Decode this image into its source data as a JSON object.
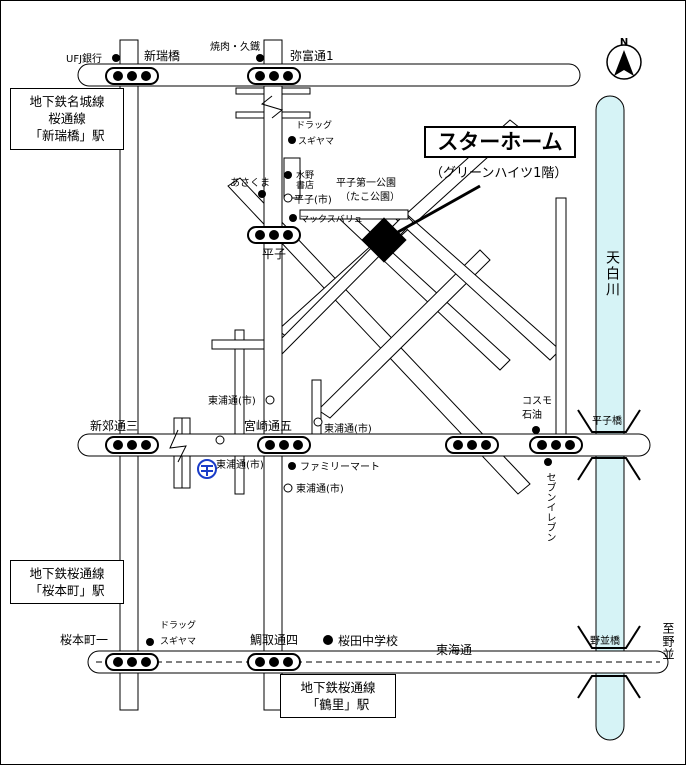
{
  "compass_label": "N",
  "destination": {
    "name": "スターホーム",
    "sub": "（グリーンハイツ1階）"
  },
  "stations": {
    "shinmizuhashi": [
      "地下鉄名城線",
      "桜通線",
      "「新瑞橋」駅"
    ],
    "sakurahoncho": [
      "地下鉄桜通線",
      "「桜本町」駅"
    ],
    "tsurusato": [
      "地下鉄桜通線",
      "「鶴里」駅"
    ]
  },
  "intersections": {
    "shinmizuhashi": "新瑞橋",
    "yatomidori1": "弥富通1",
    "hirabari": "平子",
    "shingodori3": "新郊通三",
    "miyazakidori5": "宮崎通五",
    "sakurahoncho1": "桜本町一",
    "tottoridori4": "鯛取通四"
  },
  "landmarks": {
    "ufj": "UFJ銀行",
    "yakiniku": "焼肉・久鐡",
    "drug1_a": "ドラッグ",
    "drug1_b": "スギヤマ",
    "mizuno_a": "水野",
    "mizuno_b": "書店",
    "asakuma": "あさくま",
    "park_a": "平子第一公園",
    "park_b": "（たこ公園）",
    "hirabari_shi": "平子(市)",
    "maxvalu": "マックスバリュ",
    "tourabus1": "東浦通(市)",
    "tourabus2": "東浦通(市)",
    "tourabus3": "東浦通(市)",
    "tourabus4": "東浦通(市)",
    "familymart": "ファミリーマート",
    "cosmo_a": "コスモ",
    "cosmo_b": "石油",
    "seven": "セブンイレブン",
    "drug2_a": "ドラッグ",
    "drug2_b": "スギヤマ",
    "school": "桜田中学校",
    "tokaidori": "東海通",
    "hirabaribashi": "平子橋",
    "nonamibashi": "野並橋",
    "tenpaku": "天白川",
    "to_nonami": "至野並"
  },
  "colors": {
    "river": "#d6f3f6",
    "river_edge": "#000000",
    "road": "#ffffff",
    "signal": "#000000"
  }
}
